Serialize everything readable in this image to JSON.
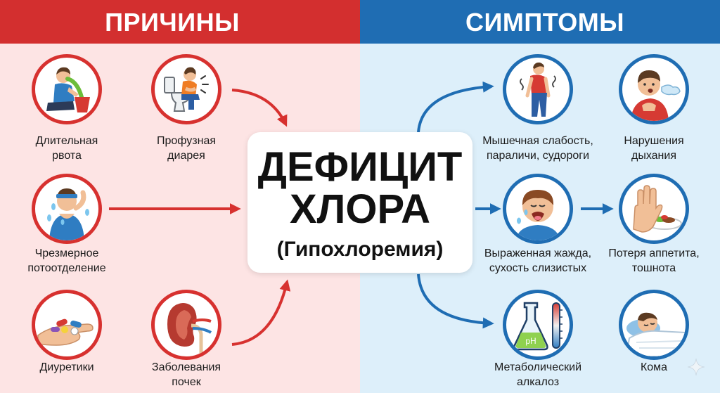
{
  "headers": {
    "causes": "ПРИЧИНЫ",
    "symptoms": "СИМПТОМЫ"
  },
  "center": {
    "line1": "ДЕФИЦИТ",
    "line2": "ХЛОРА",
    "line3": "(Гипохлоремия)"
  },
  "causes": [
    {
      "line1": "Длительная",
      "line2": "рвота",
      "icon": "vomiting-person-icon"
    },
    {
      "line1": "Профузная",
      "line2": "диарея",
      "icon": "toilet-diarrhea-icon"
    },
    {
      "line1": "Чрезмерное",
      "line2": "потоотделение",
      "icon": "sweating-person-icon"
    },
    {
      "line1": "Диуретики",
      "icon": "pills-in-hand-icon"
    },
    {
      "line1": "Заболевания",
      "line2": "почек",
      "icon": "kidney-icon"
    }
  ],
  "symptoms": [
    {
      "line1": "Мышечная слабость,",
      "line2": "параличи, судороги",
      "icon": "weak-person-icon"
    },
    {
      "line1": "Нарушения",
      "line2": "дыхания",
      "icon": "breathing-difficulty-icon"
    },
    {
      "line1": "Выраженная жажда,",
      "line2": "сухость слизистых",
      "icon": "thirsty-face-icon"
    },
    {
      "line1": "Потеря аппетита,",
      "line2": "тошнота",
      "icon": "refusing-food-icon"
    },
    {
      "line1": "Метаболический",
      "line2": "алкалоз",
      "icon": "ph-flask-icon",
      "icon_text": "pH"
    },
    {
      "line1": "Кома",
      "icon": "sleeping-person-icon"
    }
  ],
  "colors": {
    "causes_accent": "#d32f2f",
    "symptoms_accent": "#1f6db3",
    "causes_background": "#fde4e4",
    "symptoms_background": "#ddeffa"
  }
}
